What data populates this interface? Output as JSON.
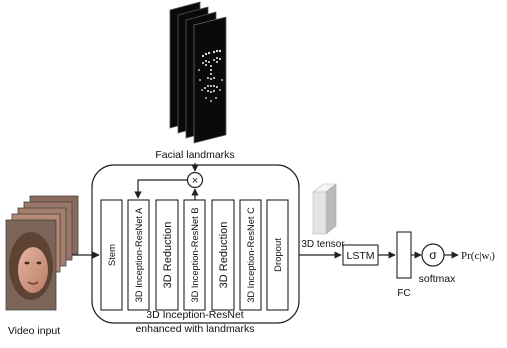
{
  "diagram": {
    "landmarks_label": "Facial landmarks",
    "video_label": "Video input",
    "stem_label": "Stem",
    "blocks": [
      {
        "label": "3D Inception-ResNet A"
      },
      {
        "label": "3D Reduction"
      },
      {
        "label": "3D Inception-ResNet B"
      },
      {
        "label": "3D Reduction"
      },
      {
        "label": "3D Inception-ResNet C"
      }
    ],
    "dropout_label": "Dropout",
    "multiply_symbol": "×",
    "tensor_label": "3D tensor",
    "lstm_label": "LSTM",
    "fc_label": "FC",
    "sigma_symbol": "σ",
    "softmax_label": "softmax",
    "output_label": "Pr(c|wᵢ)",
    "network_caption_line1": "3D Inception-ResNet",
    "network_caption_line2": "enhanced with landmarks"
  },
  "colors": {
    "line": "#222222",
    "landmark_dots": "#f2f2f2",
    "landmark_sheet": "#0a0a0a",
    "tensor_front": "#e4e4e4",
    "tensor_side": "#b9b9b9",
    "skin": "#d39a84",
    "hair": "#6b4a38"
  }
}
